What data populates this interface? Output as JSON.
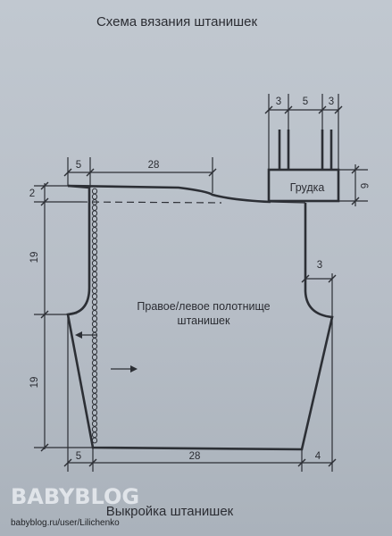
{
  "diagram": {
    "title": "Схема вязания штанишек",
    "caption": "Выкройка штанишек",
    "piece_label_line1": "Правое/левое полотнище",
    "piece_label_line2": "штанишек",
    "yoke_label": "Грудка",
    "dimensions": {
      "top_left_width": "5",
      "top_width": "28",
      "bottom_left_width": "5",
      "bottom_width": "28",
      "bottom_right_width": "4",
      "strap_left": "3",
      "strap_middle": "5",
      "strap_right": "3",
      "yoke_height": "6",
      "side_inset": "3",
      "left_top": "2",
      "left_upper": "19",
      "left_lower": "19"
    }
  },
  "watermark": {
    "logo_text": "BABYBLOG",
    "url": "babyblog.ru/user/Lilichenko"
  },
  "colors": {
    "ink": "#2c2f35",
    "paper": "#bcc3cc"
  }
}
